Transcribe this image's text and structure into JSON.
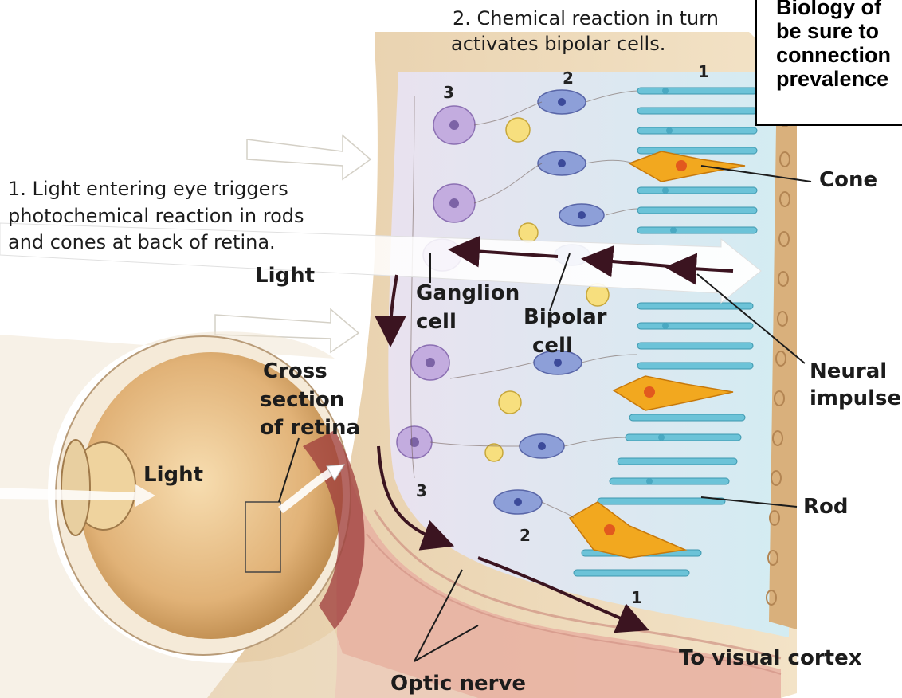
{
  "captions": {
    "step2_line1": "2. Chemical reaction in turn",
    "step2_line2": "activates bipolar cells.",
    "step1_line1": "1. Light entering eye triggers",
    "step1_line2": "photochemical reaction in rods",
    "step1_line3": "and cones at back of retina."
  },
  "labels": {
    "cone": "Cone",
    "light_top": "Light",
    "ganglion_1": "Ganglion",
    "ganglion_2": "cell",
    "bipolar_1": "Bipolar",
    "bipolar_2": "cell",
    "neural_1": "Neural",
    "neural_2": "impulse",
    "cross_1": "Cross",
    "cross_2": "section",
    "cross_3": "of retina",
    "light_eye": "Light",
    "rod": "Rod",
    "to_cortex": "To visual cortex",
    "optic_nerve": "Optic nerve"
  },
  "numbers": {
    "top_3": "3",
    "top_2": "2",
    "top_1": "1",
    "bottom_3": "3",
    "bottom_2": "2",
    "bottom_1": "1"
  },
  "note_box": {
    "line1": "Biology of",
    "line2": "be sure to",
    "line3": "connection",
    "line4": "prevalence"
  },
  "colors": {
    "rod": "#6cc3d8",
    "cone": "#f2a81f",
    "bipolar": "#7f8fd0",
    "ganglion": "#b8a0d8",
    "amacrine": "#f3d56b",
    "neural_arrow": "#4a1f2e"
  }
}
